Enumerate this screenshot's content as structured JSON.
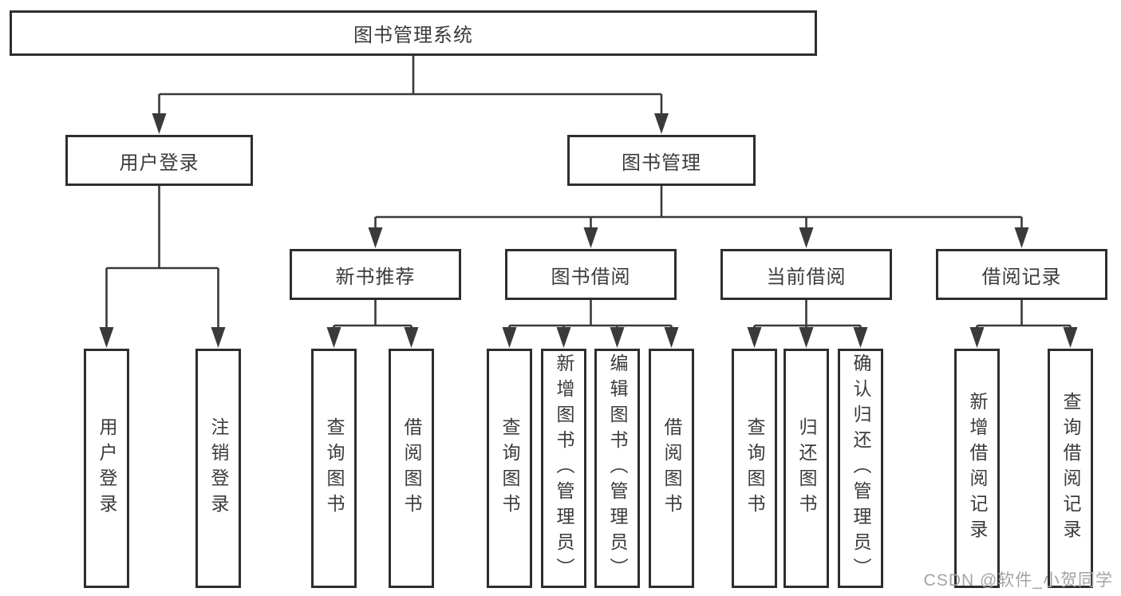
{
  "diagram": {
    "watermark": "CSDN @软件_小贺同学",
    "colors": {
      "background": "#ffffff",
      "line": "#3a3a3a",
      "box_border": "#2e2e2e",
      "text": "#3b3b3b",
      "watermark": "#a3a3a3"
    },
    "root": {
      "label": "图书管理系统"
    },
    "branches": {
      "user_login": {
        "label": "用户登录",
        "children": {
          "login": {
            "label": "用户登录"
          },
          "logout": {
            "label": "注销登录"
          }
        }
      },
      "book_management": {
        "label": "图书管理",
        "children": {
          "new_book_recommend": {
            "label": "新书推荐",
            "children": {
              "query_books": {
                "label": "查询图书"
              },
              "borrow_books": {
                "label": "借阅图书"
              }
            }
          },
          "book_borrowing": {
            "label": "图书借阅",
            "children": {
              "query_books": {
                "label": "查询图书"
              },
              "add_books_admin": {
                "label": "新增图书（管理员）"
              },
              "edit_books_admin": {
                "label": "编辑图书（管理员）"
              },
              "borrow_books": {
                "label": "借阅图书"
              }
            }
          },
          "current_borrowing": {
            "label": "当前借阅",
            "children": {
              "query_books": {
                "label": "查询图书"
              },
              "return_books": {
                "label": "归还图书"
              },
              "confirm_return_admin": {
                "label": "确认归还（管理员）"
              }
            }
          },
          "borrowing_records": {
            "label": "借阅记录",
            "children": {
              "add_borrow_record": {
                "label": "新增借阅记录"
              },
              "query_borrow_record": {
                "label": "查询借阅记录"
              }
            }
          }
        }
      }
    }
  }
}
